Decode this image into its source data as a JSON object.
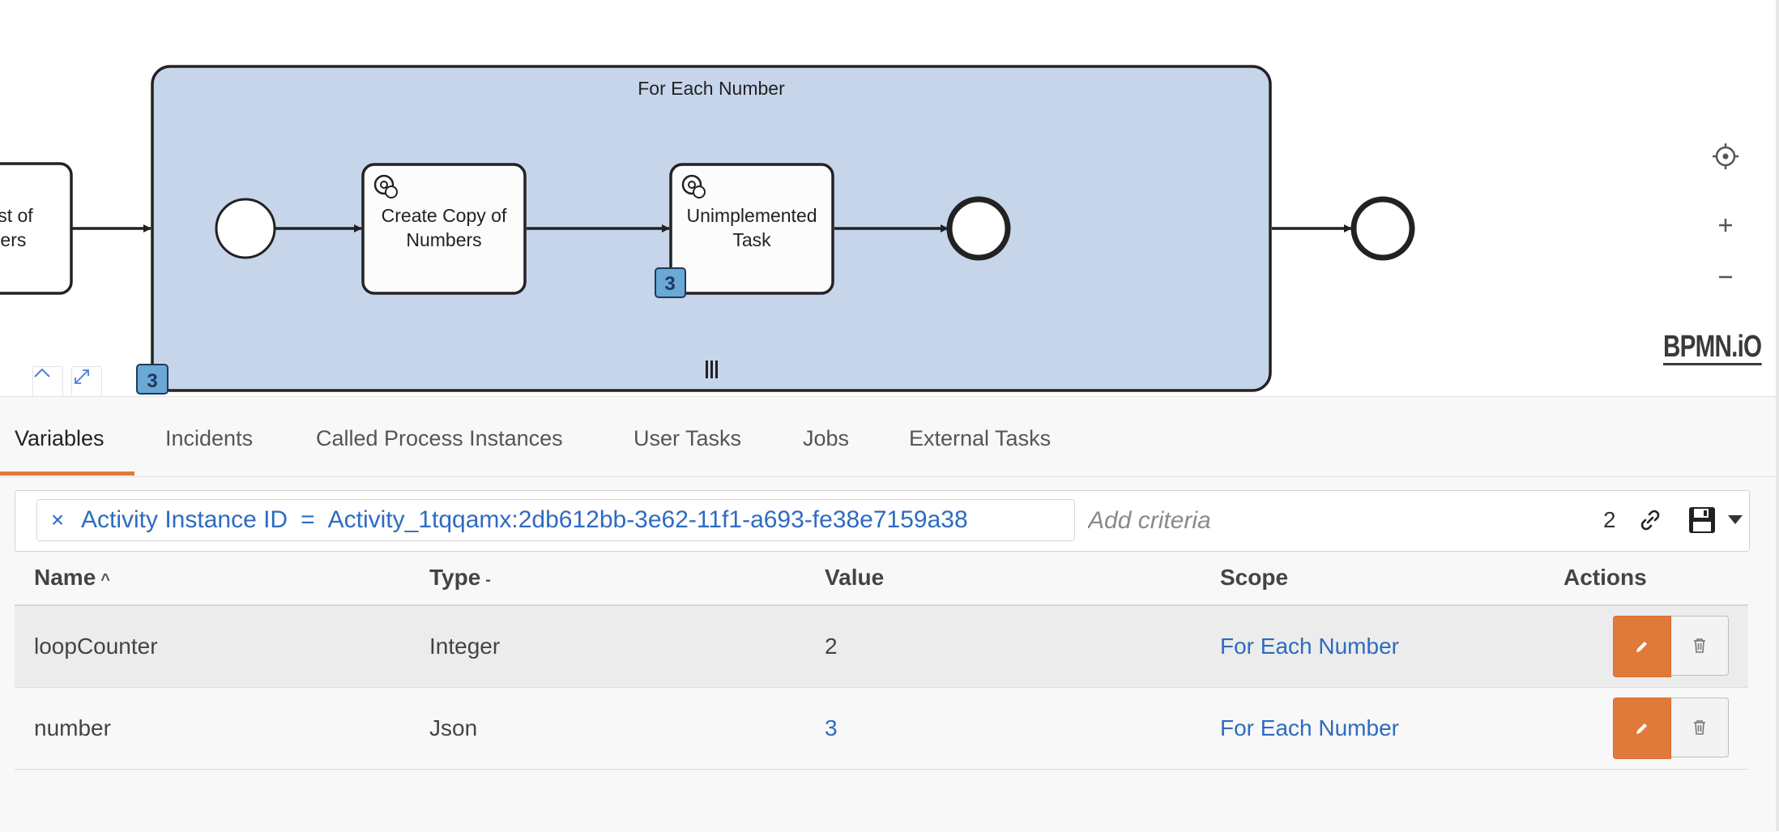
{
  "diagram": {
    "prev_task_label_line1": "List of",
    "prev_task_label_line2": "bers",
    "subprocess_title": "For Each Number",
    "task1_line1": "Create Copy of",
    "task1_line2": "Numbers",
    "task2_line1": "Unimplemented",
    "task2_line2": "Task",
    "task2_badge": "3",
    "subprocess_badge": "3",
    "multi_instance_marker": "|||",
    "logo": "BPMN.iO",
    "subprocess_fill": "#c6d5ea",
    "badge_fill": "#6aa8d6"
  },
  "tabs": [
    {
      "label": "Variables",
      "active": true
    },
    {
      "label": "Incidents"
    },
    {
      "label": "Called Process Instances"
    },
    {
      "label": "User Tasks"
    },
    {
      "label": "Jobs"
    },
    {
      "label": "External Tasks"
    }
  ],
  "filter": {
    "chip_remove": "×",
    "chip_key": "Activity Instance ID",
    "chip_operator": "=",
    "chip_value": "Activity_1tqqamx:2db612bb-3e62-11f1-a693-fe38e7159a38",
    "add_placeholder": "Add criteria",
    "count": "2"
  },
  "table": {
    "headers": {
      "name": "Name",
      "name_sort": "^",
      "type": "Type",
      "type_sort": "-",
      "value": "Value",
      "scope": "Scope",
      "actions": "Actions"
    },
    "rows": [
      {
        "name": "loopCounter",
        "type": "Integer",
        "value": "2",
        "scope": "For Each Number"
      },
      {
        "name": "number",
        "type": "Json",
        "value": "3",
        "scope": "For Each Number"
      }
    ]
  },
  "colors": {
    "accent": "#e07a3a",
    "link": "#2e6bc1"
  }
}
